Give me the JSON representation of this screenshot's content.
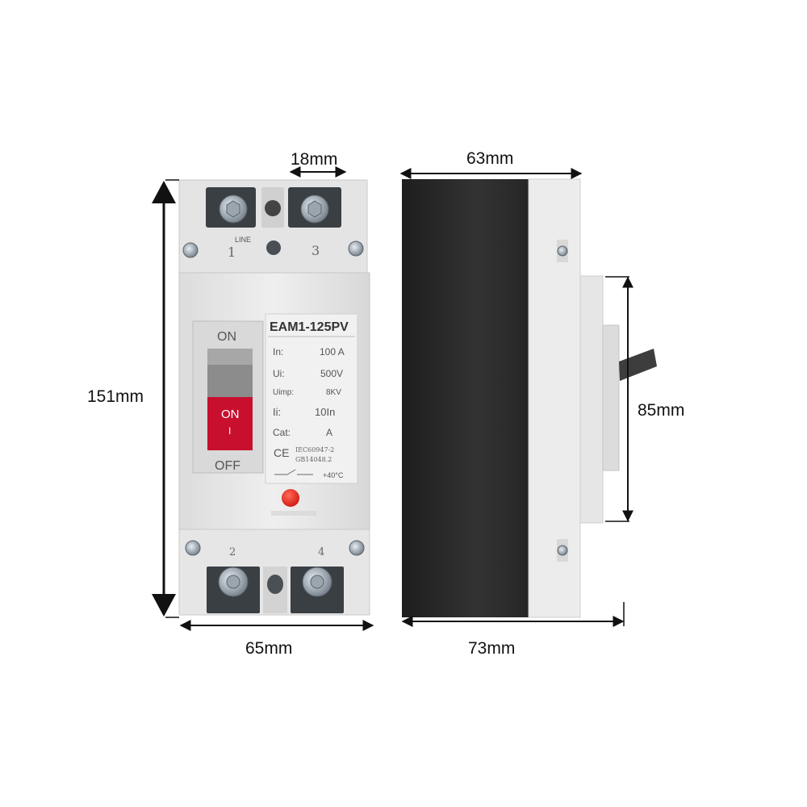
{
  "dimensions": {
    "width_top": "18mm",
    "height_total": "151mm",
    "width_front": "65mm",
    "depth_top": "63mm",
    "depth_bottom": "73mm",
    "handle_height": "85mm"
  },
  "front_panel": {
    "line_label": "LINE",
    "terminal_1": "1",
    "terminal_3": "3",
    "terminal_2": "2",
    "terminal_4": "4",
    "on_label": "ON",
    "off_label": "OFF",
    "toggle_on_label": "ON",
    "toggle_on_mark": "I"
  },
  "rating_plate": {
    "model": "EAM1-125PV",
    "in_label": "In:",
    "in_value": "100 A",
    "ui_label": "Ui:",
    "ui_value": "500V",
    "uimp_label": "Uimp:",
    "uimp_value": "8KV",
    "ii_label": "Ii:",
    "ii_value": "10In",
    "cat_label": "Cat:",
    "cat_value": "A",
    "ce_mark": "CE",
    "standard_1": "IEC60947-2",
    "standard_2": "GB14048.2",
    "temperature": "+40°C"
  },
  "colors": {
    "housing": "#ebebeb",
    "side_body": "#2e2e2e",
    "toggle_red": "#c8102e",
    "test_button": "#e52420"
  }
}
